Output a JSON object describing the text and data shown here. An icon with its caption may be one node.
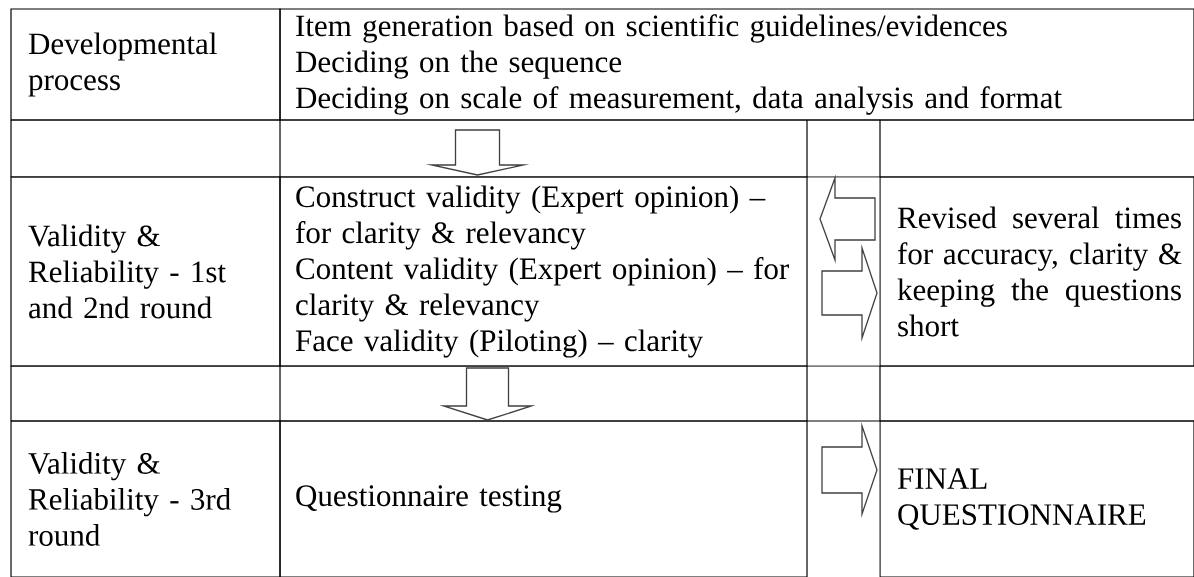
{
  "diagram": {
    "nodes": [
      {
        "text": [
          "Developmental process"
        ]
      },
      {
        "text": [
          "Item generation based on scientific guidelines/evidences",
          "Deciding on the sequence",
          "Deciding on scale of measurement, data analysis and format"
        ]
      },
      {
        "text": [
          "Validity & Reliability - 1st and 2nd round"
        ]
      },
      {
        "text": [
          "Construct validity (Expert opinion) – for clarity & relevancy",
          "Content validity (Expert opinion) – for clarity & relevancy",
          "Face validity (Piloting) – clarity"
        ]
      },
      {
        "text": [
          "Revised several times for accuracy, clarity & keeping the questions short"
        ]
      },
      {
        "text": [
          "Validity & Reliability - 3rd round"
        ]
      },
      {
        "text": [
          "Questionnaire testing"
        ]
      },
      {
        "text": [
          "FINAL QUESTIONNAIRE"
        ]
      }
    ],
    "edges": [
      {
        "from": 1,
        "to": 3,
        "arrow": "to"
      },
      {
        "from": 4,
        "to": 3,
        "arrow": "to"
      },
      {
        "from": 3,
        "to": 4,
        "arrow": "to"
      },
      {
        "from": 3,
        "to": 6,
        "arrow": "to"
      },
      {
        "from": 6,
        "to": 7,
        "arrow": "to"
      }
    ]
  }
}
